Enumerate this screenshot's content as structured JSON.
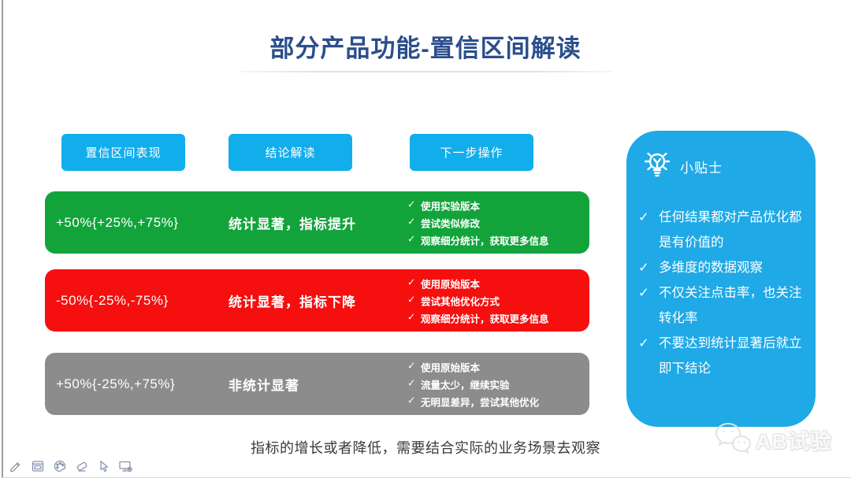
{
  "slide": {
    "title": "部分产品功能-置信区间解读",
    "columns": [
      "置信区间表现",
      "结论解读",
      "下一步操作"
    ],
    "rows": [
      {
        "interval": "+50%{+25%,+75%}",
        "conclusion": "统计显著，指标提升",
        "color": "#12A43B",
        "actions": [
          "使用实验版本",
          "尝试类似修改",
          "观察细分统计，获取更多信息"
        ]
      },
      {
        "interval": "-50%{-25%,-75%}",
        "conclusion": "统计显著，指标下降",
        "color": "#F50F0F",
        "actions": [
          "使用原始版本",
          "尝试其他优化方式",
          "观察细分统计，获取更多信息"
        ]
      },
      {
        "interval": "+50%{-25%,+75%}",
        "conclusion": "非统计显著",
        "color": "#8C8C8C",
        "actions": [
          "使用原始版本",
          "流量太少，继续实验",
          "无明显差异，尝试其他优化"
        ]
      }
    ],
    "tips": {
      "title": "小贴士",
      "icon": "lightbulb-icon",
      "items": [
        "任何结果都对产品优化都是有价值的",
        "多维度的数据观察",
        "不仅关注点击率，也关注转化率",
        "不要达到统计显著后就立即下结论"
      ]
    },
    "footer_note": "指标的增长或者降低，需要结合实际的业务场景去观察"
  },
  "glyphs": {
    "check": "✓"
  },
  "colors": {
    "title_blue": "#2B4E8C",
    "button_cyan": "#12AEEC",
    "panel_blue": "#1FA9E6",
    "row_green": "#12A43B",
    "row_red": "#F50F0F",
    "row_gray": "#8C8C8C",
    "footer_text": "#3a3a3a"
  },
  "toolbar": {
    "icons": [
      "pencil-icon",
      "slides-icon",
      "palette-icon",
      "eraser-icon",
      "cursor-icon",
      "monitor-settings-icon"
    ]
  },
  "watermark": {
    "label": "AB试验",
    "icon": "wechat-icon"
  }
}
